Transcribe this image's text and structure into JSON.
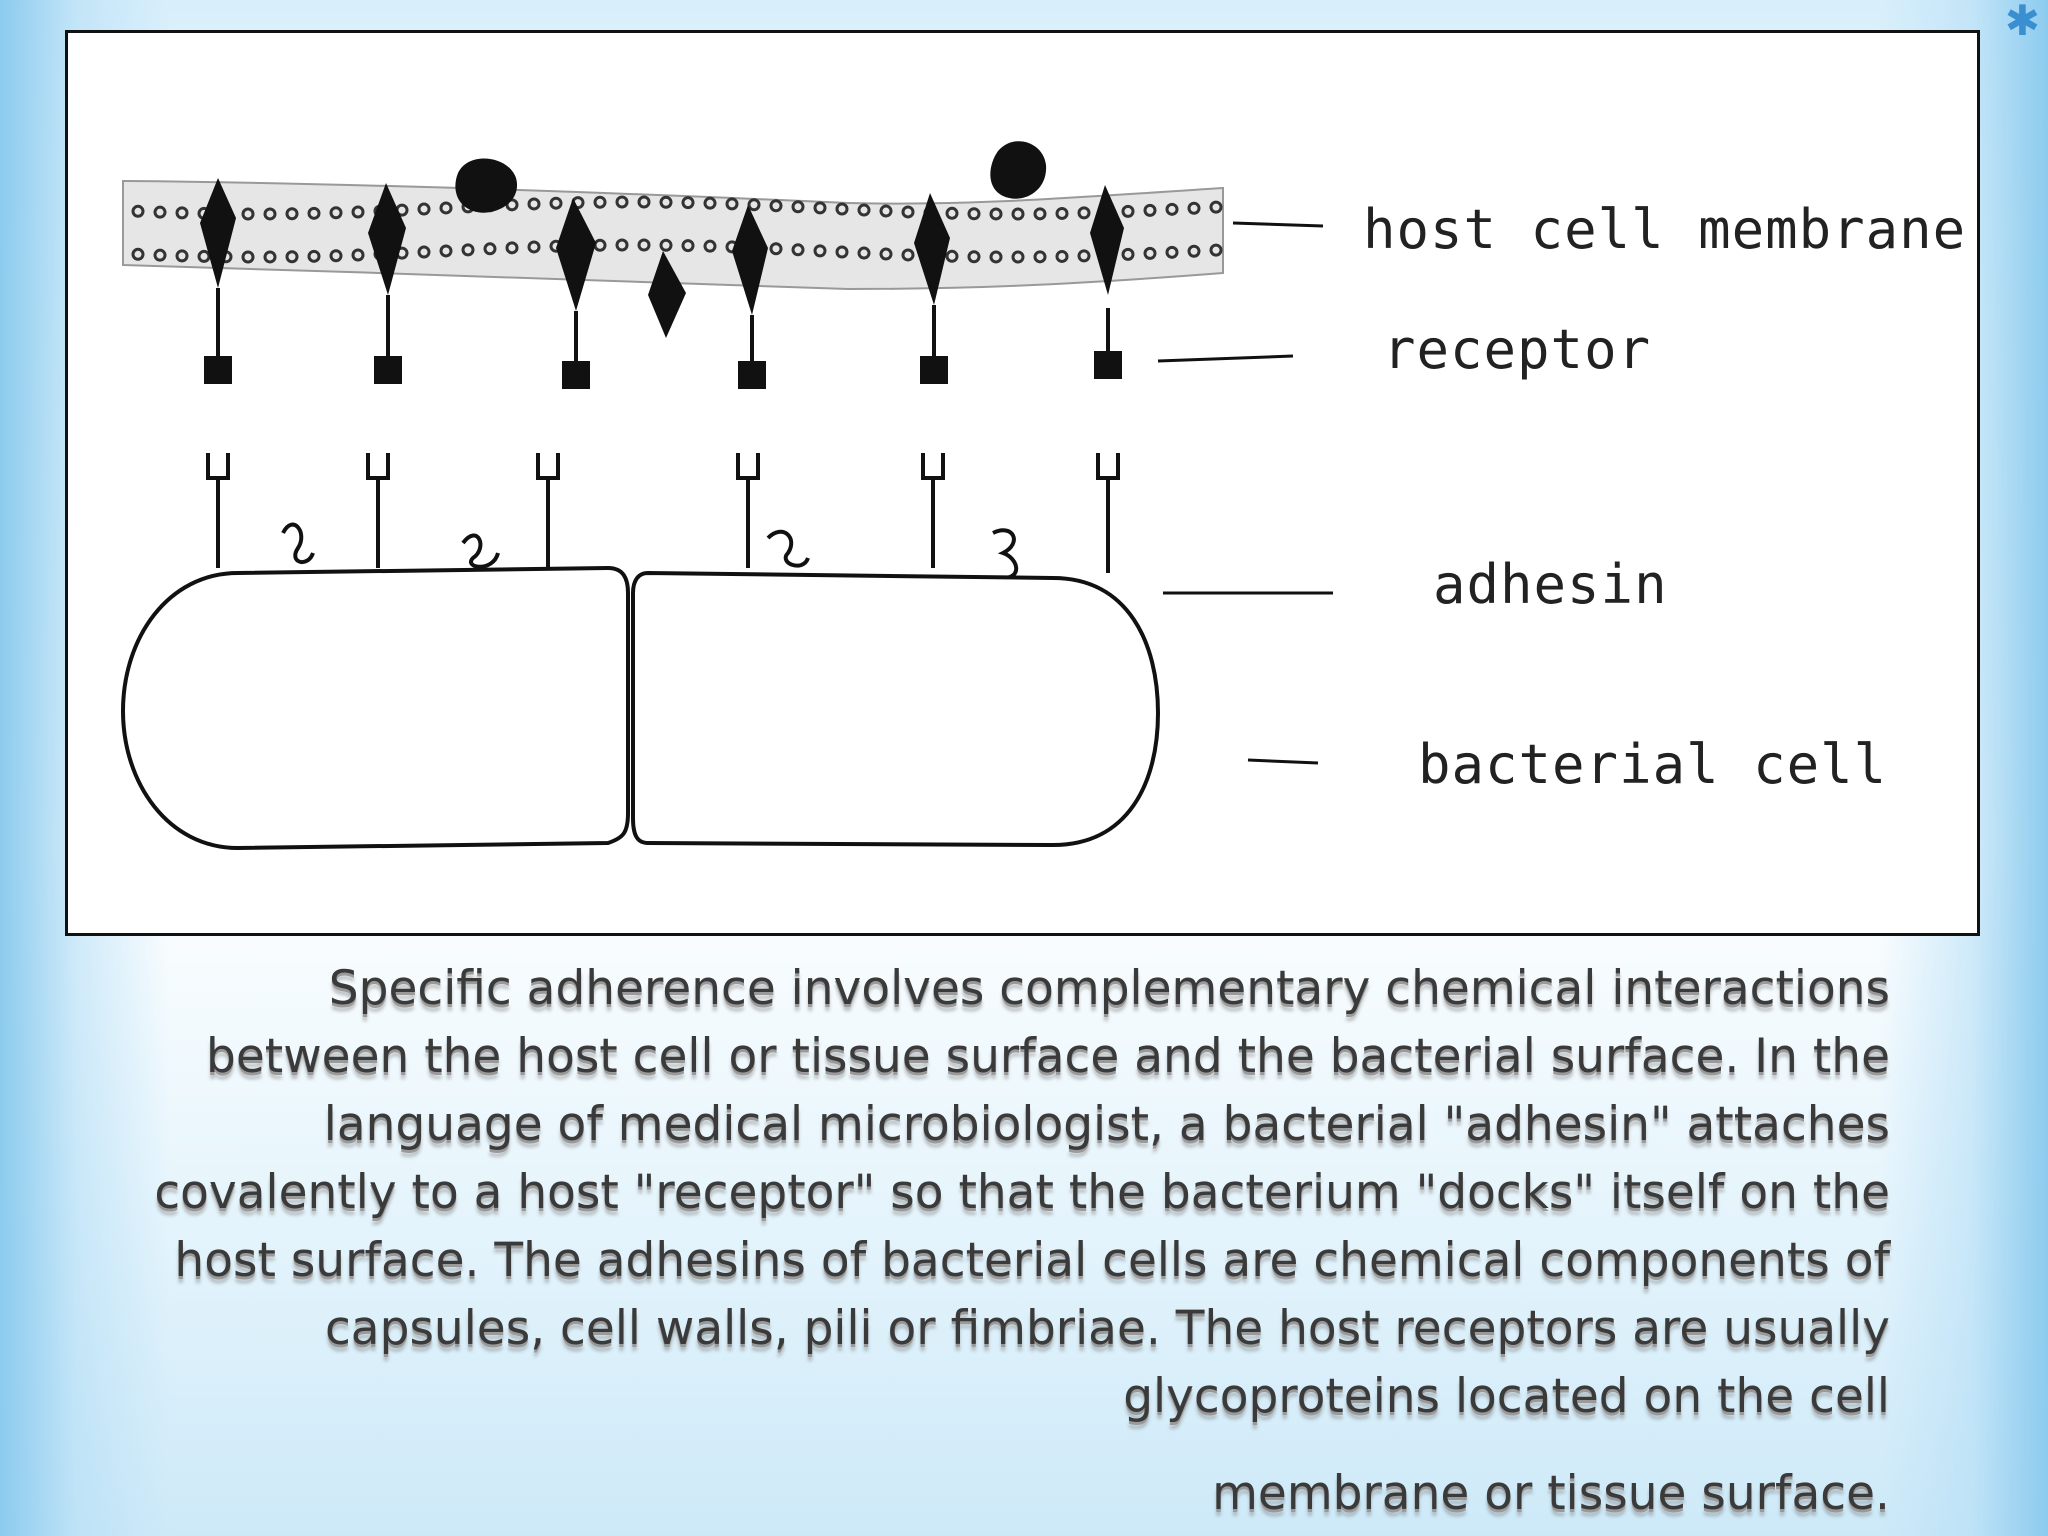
{
  "decoration": {
    "star_glyph": "✱"
  },
  "figure": {
    "labels": {
      "host_membrane": "host cell membrane",
      "receptor": "receptor",
      "adhesin": "adhesin",
      "bacterial_cell": "bacterial cell"
    }
  },
  "caption": {
    "text": "Specific adherence involves complementary chemical interactions between the host cell or tissue surface and the bacterial surface. In the language of medical microbiologist, a bacterial \"adhesin\" attaches covalently to a host \"receptor\" so that the bacterium \"docks\" itself on the host surface. The adhesins of bacterial cells are chemical components of capsules, cell walls, pili or fimbriae. The host receptors are usually glycoproteins located on the cell",
    "last_line": "membrane or tissue surface."
  }
}
